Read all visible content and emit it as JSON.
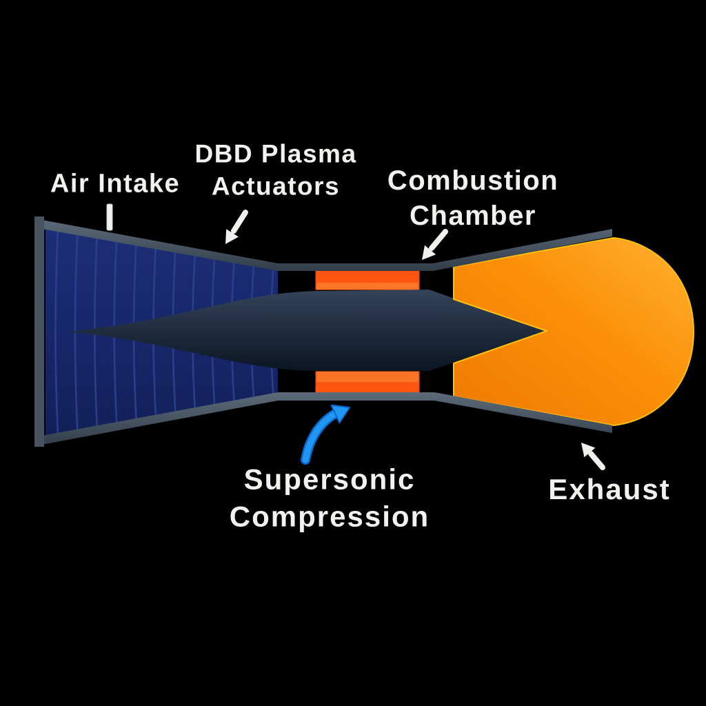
{
  "diagram": {
    "subject": "air-breathing engine cross-section",
    "background": "black"
  },
  "annotations": {
    "air_intake": {
      "lines": [
        "Air Intake"
      ],
      "pointer": "tick-line"
    },
    "dbd_plasma": {
      "lines": [
        "DBD Plasma",
        "Actuators"
      ],
      "pointer": "white-arrow-down-left"
    },
    "combustion": {
      "lines": [
        "Combustion",
        "Chamber"
      ],
      "pointer": "white-arrow-down-left"
    },
    "supersonic": {
      "lines": [
        "Supersonic",
        "Compression"
      ],
      "pointer": "blue-curved-arrow-up-right"
    },
    "exhaust": {
      "lines": [
        "Exhaust"
      ],
      "pointer": "white-arrow-up-left"
    }
  },
  "colors": {
    "bg": "#000000",
    "text": "#f3f1ee",
    "wall_light": "#5c6a79",
    "wall_mid": "#47545f",
    "wall_dark": "#333e4b",
    "navy_top": "#1d2e78",
    "navy_mid": "#17276b",
    "navy_bottom": "#122058",
    "ridge": "#2c418f",
    "wedge_top": "#34435a",
    "wedge_bottom": "#0c1524",
    "block_main": "#fe5511",
    "block_band": "#fb7428",
    "block_edge": "#e04a05",
    "exhaust_dark": "#ee7a02",
    "exhaust_mid": "#fb9007",
    "exhaust_light": "#ffb133",
    "exhaust_stroke": "#ffc10a",
    "arrow_white": "#f2f0ed",
    "arrow_blue": "#2196f3",
    "arrow_blue_dark": "#0b6ad0"
  }
}
